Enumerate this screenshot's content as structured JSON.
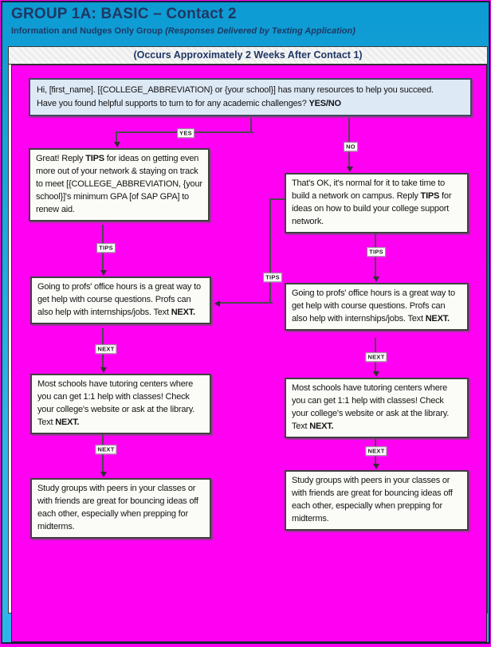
{
  "colors": {
    "magenta": "#FF00F3",
    "header_blue_top": "#0D9BD3",
    "header_blue_bottom": "#2FB6E8",
    "navy_text": "#1F3864",
    "intro_box_fill": "#DEE9F6",
    "node_fill": "#FBFBF8"
  },
  "header": {
    "title": "GROUP 1A: BASIC – Contact 2",
    "subtitle_plain": "Information and Nudges Only Group ",
    "subtitle_italic": "(Responses Delivered by Texting Application)"
  },
  "banner": {
    "text": "(Occurs Approximately 2 Weeks After Contact 1)"
  },
  "flowchart": {
    "labels": {
      "yes": "YES",
      "no": "NO",
      "tips": "TIPS",
      "next": "NEXT"
    },
    "nodes": {
      "intro": {
        "parts": [
          {
            "t": "Hi, [first_name]. [{COLLEGE_ABBREVIATION} or {your school}] has many resources to help you succeed."
          },
          {
            "br": true
          },
          {
            "t": "Have you found helpful supports to turn to for any academic challenges? "
          },
          {
            "t": "YES/NO",
            "b": true
          }
        ]
      },
      "yes_branch": {
        "parts": [
          {
            "t": "Great! Reply "
          },
          {
            "t": "TIPS",
            "b": true
          },
          {
            "t": " for ideas on getting even more out of your network & staying on track to meet [{COLLEGE_ABBREVIATION, {your school}]'s minimum GPA [of SAP GPA] to renew aid."
          }
        ]
      },
      "no_branch": {
        "parts": [
          {
            "t": "That's OK, it's normal for it to take time to build a network on campus. Reply "
          },
          {
            "t": "TIPS",
            "b": true
          },
          {
            "t": " for ideas on how to build your college support network."
          }
        ]
      },
      "office_hours": {
        "parts": [
          {
            "t": "Going to profs' office hours is a great way to get help with course questions. Profs can also help with internships/jobs. Text "
          },
          {
            "t": "NEXT.",
            "b": true
          }
        ]
      },
      "tutoring": {
        "parts": [
          {
            "t": "Most schools have tutoring centers where you can get 1:1 help with classes! Check your college's website or ask at the library. Text "
          },
          {
            "t": "NEXT.",
            "b": true
          }
        ]
      },
      "study_groups": {
        "parts": [
          {
            "t": "Study groups with peers in your classes or with friends are great for bouncing ideas off each other, especially when prepping for midterms."
          }
        ]
      }
    }
  }
}
